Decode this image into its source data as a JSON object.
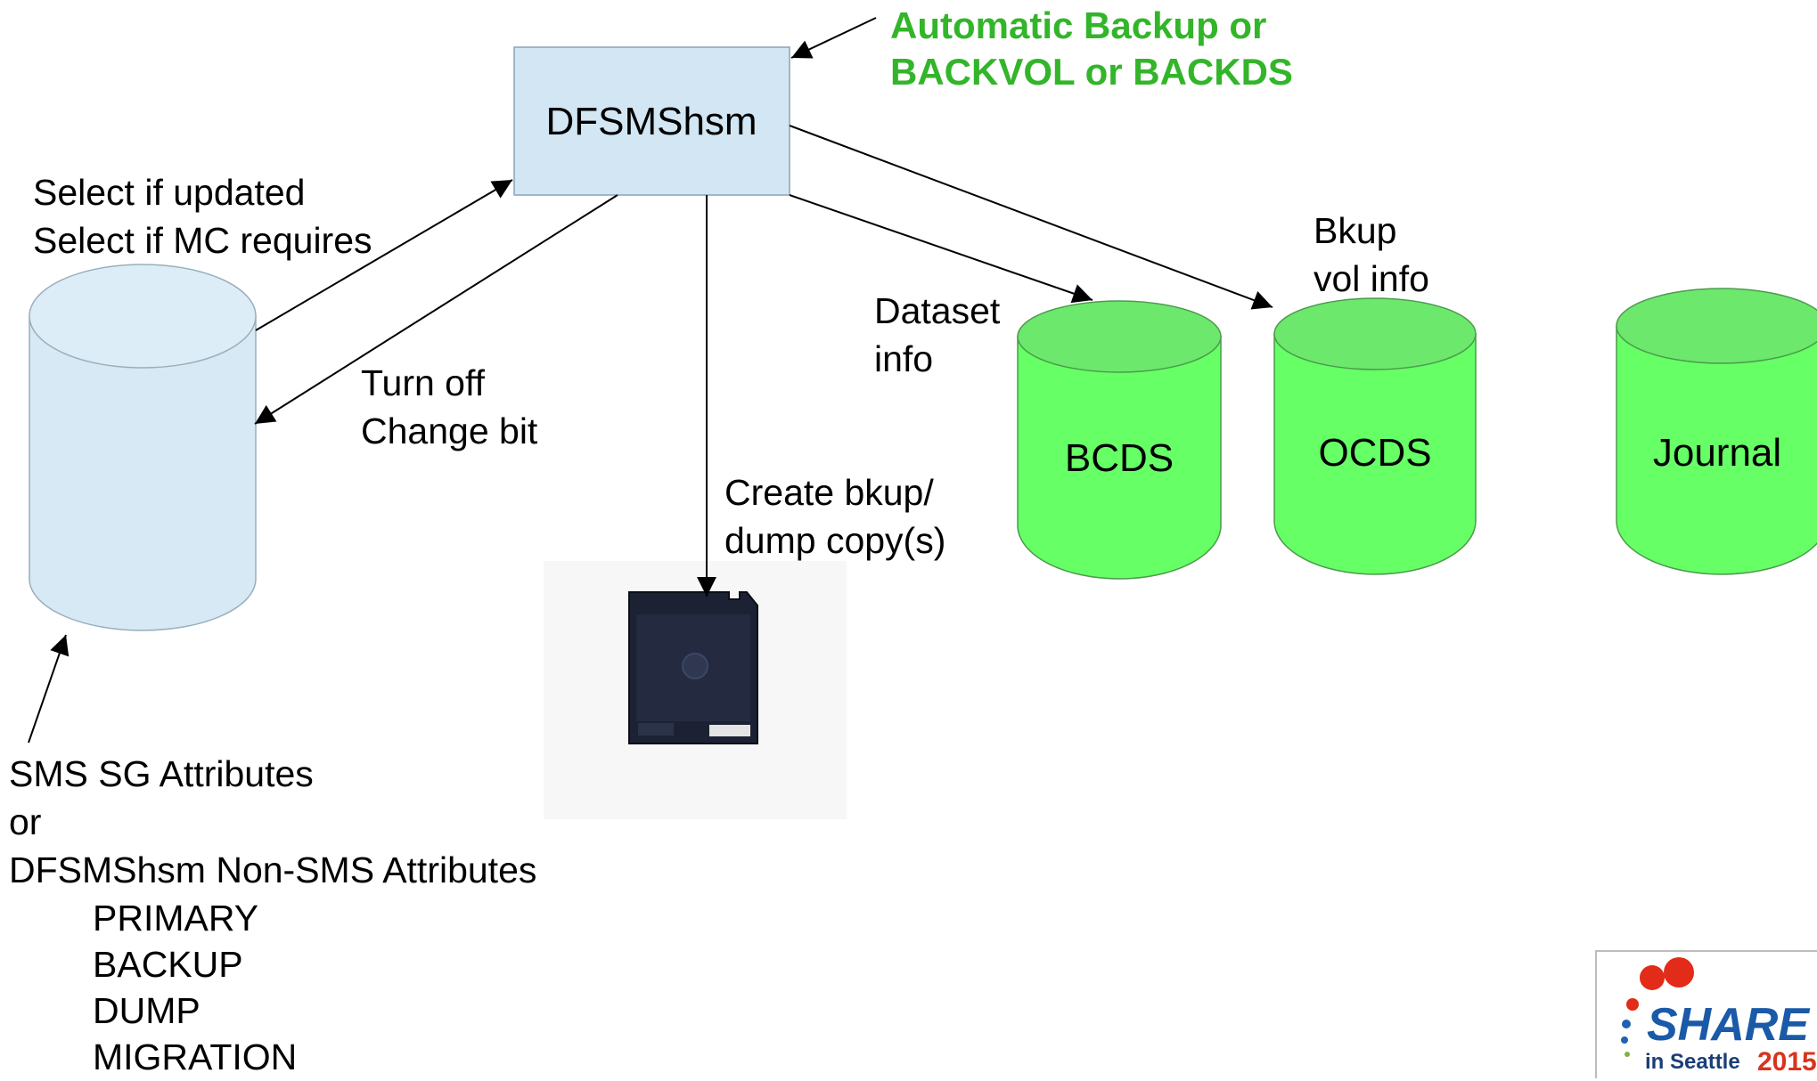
{
  "process_box": {
    "label": "DFSMShsm"
  },
  "trigger": {
    "line1": "Automatic Backup or",
    "line2": "BACKVOL or BACKDS",
    "color": "#33b52a"
  },
  "select_text": {
    "line1": "Select if updated",
    "line2": "Select if MC requires"
  },
  "turnoff_text": {
    "line1": "Turn off",
    "line2": "Change bit"
  },
  "create_text": {
    "line1": "Create bkup/",
    "line2": "dump copy(s)"
  },
  "dataset_text": {
    "line1": "Dataset",
    "line2": "info"
  },
  "bkup_text": {
    "line1": "Bkup",
    "line2": "vol info"
  },
  "control_datasets": {
    "bcds": "BCDS",
    "ocds": "OCDS",
    "journal": "Journal",
    "color": "#66ff66"
  },
  "volume": {
    "color": "#d6e9f4"
  },
  "attributes": {
    "line1": "SMS SG Attributes",
    "line2": "or",
    "line3": "DFSMShsm Non-SMS Attributes",
    "items": [
      "PRIMARY",
      "BACKUP",
      "DUMP",
      "MIGRATION"
    ]
  },
  "logo": {
    "brand": "SHARE",
    "event": "in Seattle",
    "year": "2015"
  }
}
